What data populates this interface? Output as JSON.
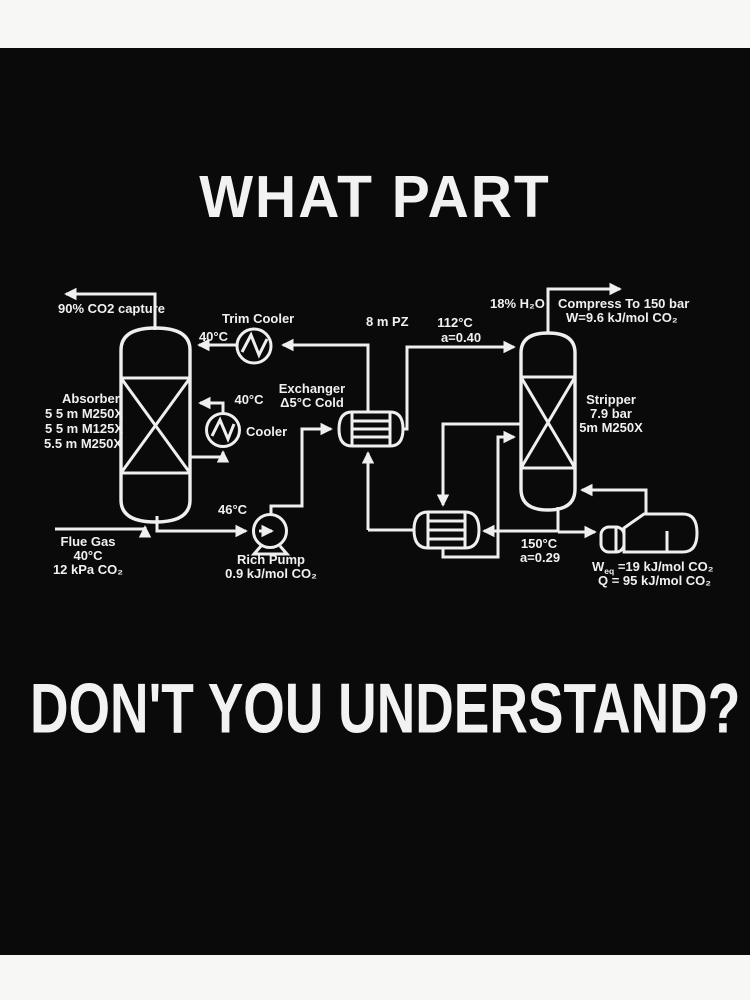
{
  "poster": {
    "title_top": "WHAT PART",
    "title_bottom": "DON'T YOU UNDERSTAND?",
    "colors": {
      "background": "#f7f7f6",
      "panel": "#0a0a0a",
      "ink": "#efefef"
    }
  },
  "diagram": {
    "absorber": {
      "overhead": "90% CO2 capture",
      "name": "Absorber",
      "packing": [
        "5 5 m M250X",
        "5 5 m M125X",
        "5.5 m M250X"
      ],
      "feed": [
        "Flue Gas",
        "40°C",
        "12 kPa CO₂"
      ]
    },
    "trim_cooler": {
      "name": "Trim Cooler",
      "temp": "40°C"
    },
    "intercooler": {
      "name": "Cooler",
      "temp": "40°C"
    },
    "exchanger": {
      "name": "Exchanger",
      "approach": "Δ5°C Cold"
    },
    "solvent": "8 m PZ",
    "rich_pump": {
      "name": "Rich Pump",
      "temp": "46°C",
      "work": "0.9 kJ/mol CO₂"
    },
    "stripper_feed": {
      "temp": "112°C",
      "loading": "a=0.40"
    },
    "stripper": {
      "name": "Stripper",
      "pressure": "7.9 bar",
      "packing": "5m M250X",
      "water": "18% H₂O"
    },
    "compression": {
      "line1": "Compress To 150 bar",
      "line2": "W=9.6 kJ/mol CO₂"
    },
    "bottoms": {
      "temp": "150°C",
      "loading": "a=0.29"
    },
    "reboiler": {
      "w_symbol": "W",
      "w_sub": "eq",
      "w_value": " =19 kJ/mol CO₂",
      "q": "Q = 95 kJ/mol CO₂"
    }
  }
}
